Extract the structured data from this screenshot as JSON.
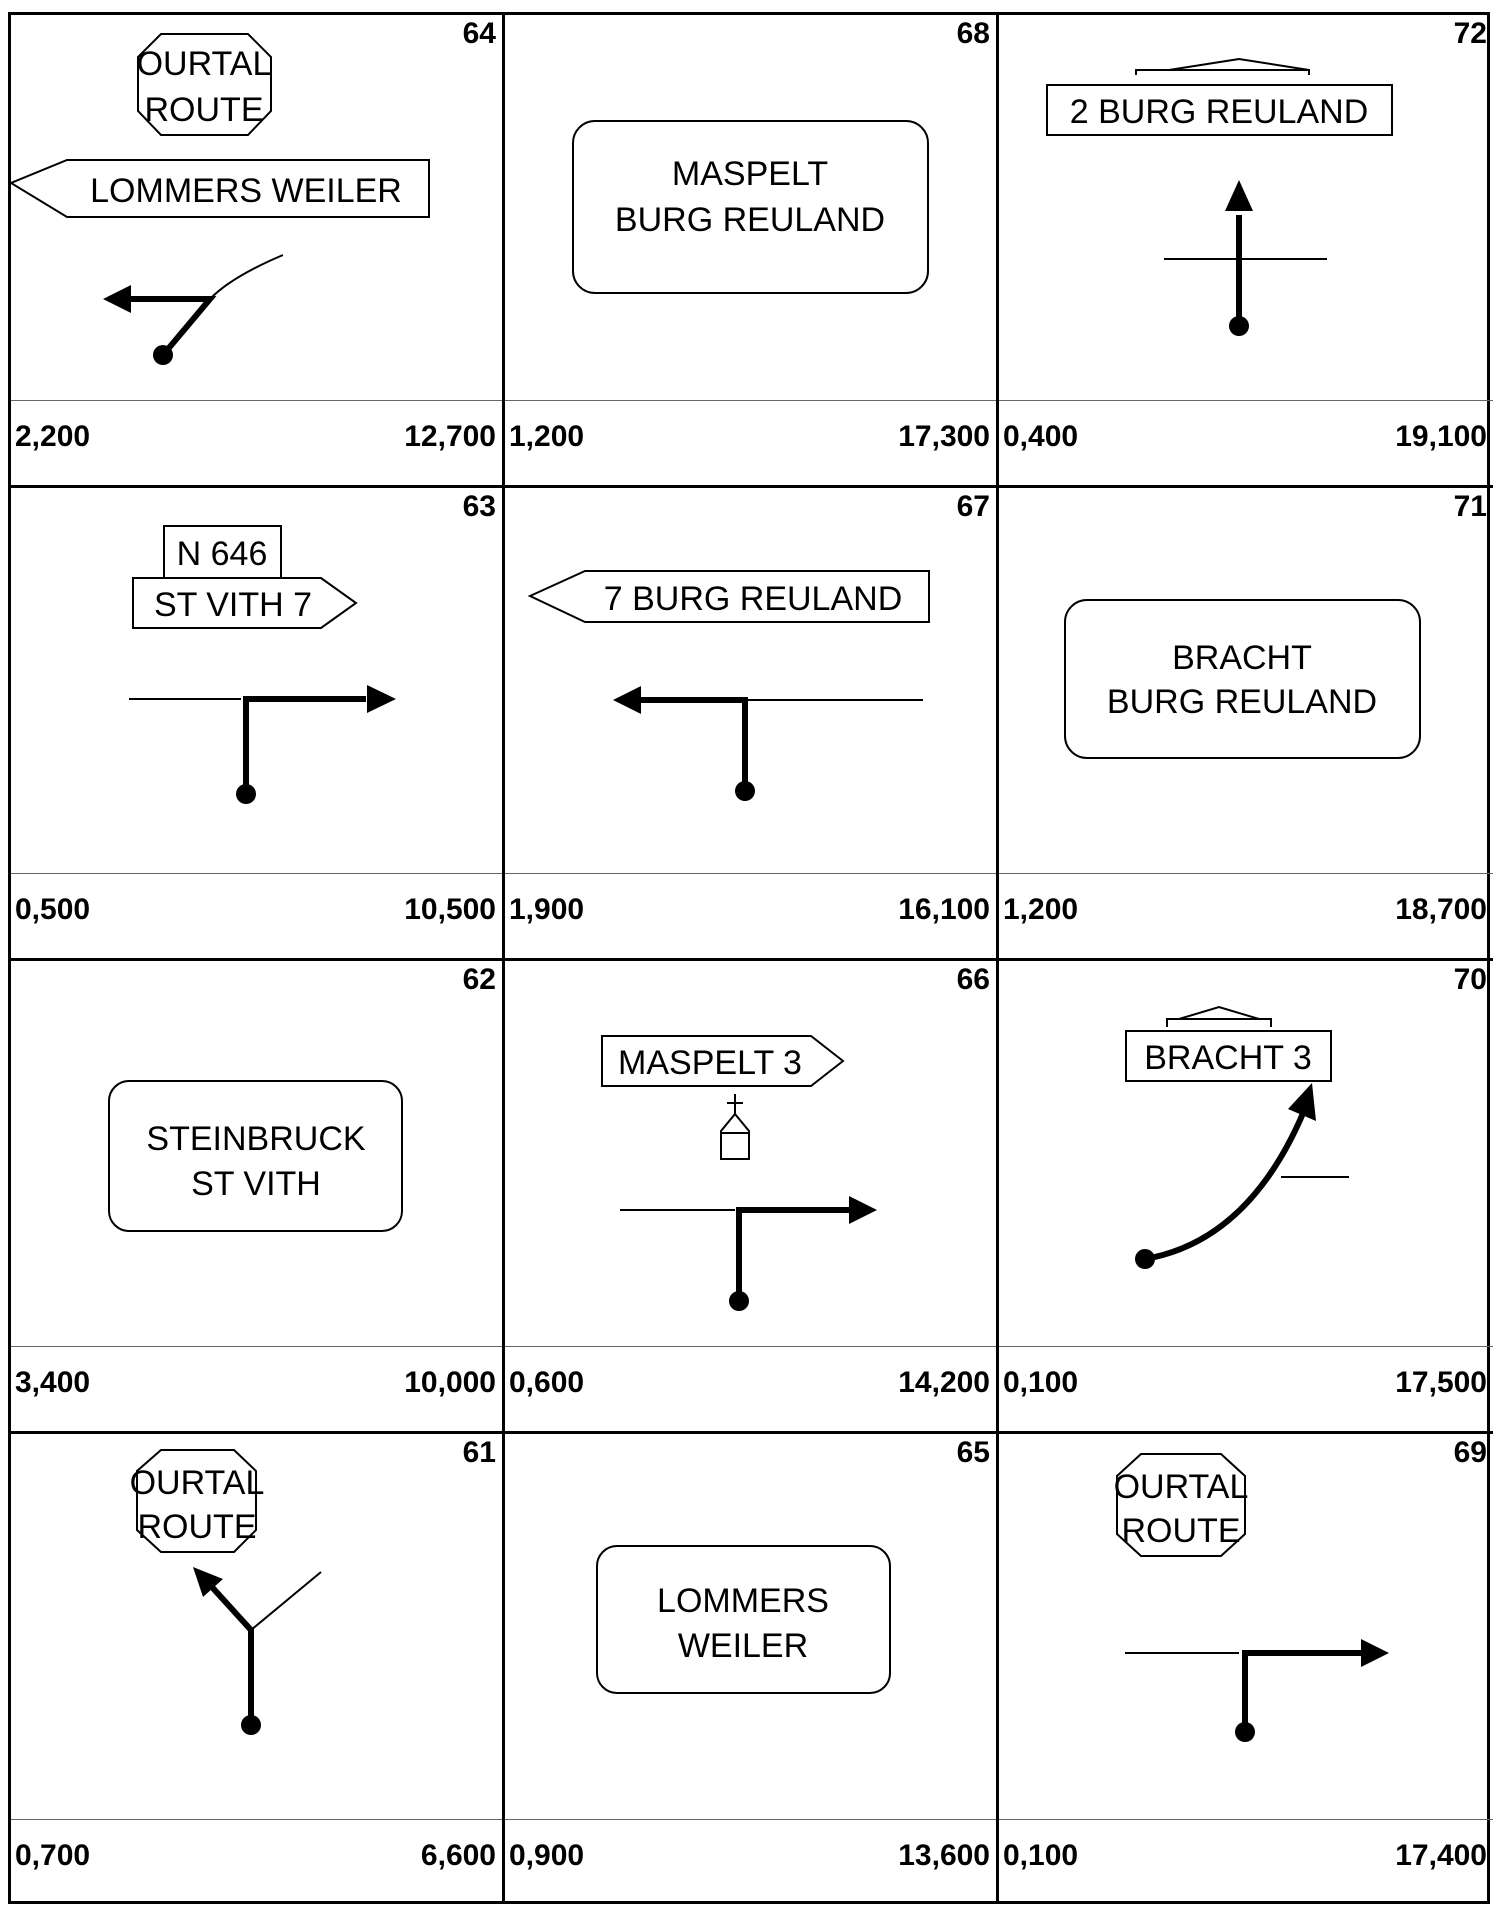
{
  "cells": [
    {
      "number": "64",
      "left_km": "2,200",
      "right_km": "12,700",
      "sign_lines": [
        "OURTAL",
        "ROUTE"
      ],
      "direction_sign": "LOMMERS WEILER"
    },
    {
      "number": "68",
      "left_km": "1,200",
      "right_km": "17,300",
      "sign_lines": [
        "MASPELT",
        "BURG REULAND"
      ]
    },
    {
      "number": "72",
      "left_km": "0,400",
      "right_km": "19,100",
      "direction_sign": "2 BURG REULAND"
    },
    {
      "number": "63",
      "left_km": "0,500",
      "right_km": "10,500",
      "route_sign": "N 646",
      "direction_sign": "ST VITH 7"
    },
    {
      "number": "67",
      "left_km": "1,900",
      "right_km": "16,100",
      "direction_sign": "7 BURG REULAND"
    },
    {
      "number": "71",
      "left_km": "1,200",
      "right_km": "18,700",
      "sign_lines": [
        "BRACHT",
        "BURG REULAND"
      ]
    },
    {
      "number": "62",
      "left_km": "3,400",
      "right_km": "10,000",
      "sign_lines": [
        "STEINBRUCK",
        "ST VITH"
      ]
    },
    {
      "number": "66",
      "left_km": "0,600",
      "right_km": "14,200",
      "direction_sign": "MASPELT 3"
    },
    {
      "number": "70",
      "left_km": "0,100",
      "right_km": "17,500",
      "direction_sign": "BRACHT 3"
    },
    {
      "number": "61",
      "left_km": "0,700",
      "right_km": "6,600",
      "sign_lines": [
        "OURTAL",
        "ROUTE"
      ]
    },
    {
      "number": "65",
      "left_km": "0,900",
      "right_km": "13,600",
      "sign_lines": [
        "LOMMERS",
        "WEILER"
      ]
    },
    {
      "number": "69",
      "left_km": "0,100",
      "right_km": "17,400",
      "sign_lines": [
        "OURTAL",
        "ROUTE"
      ]
    }
  ]
}
